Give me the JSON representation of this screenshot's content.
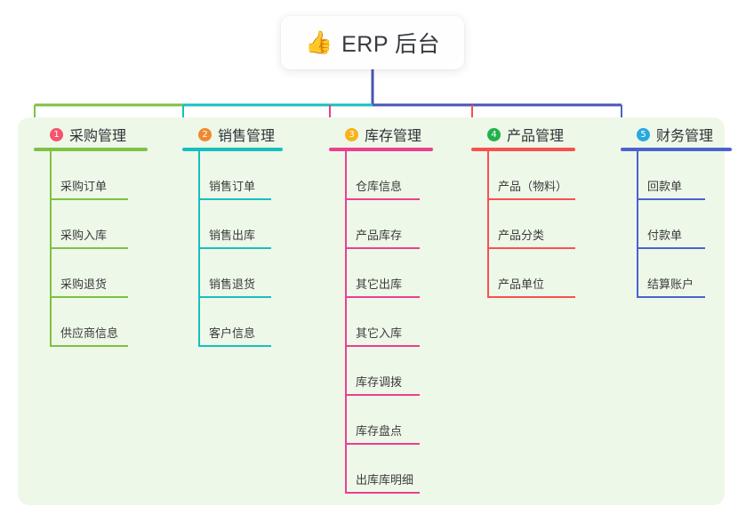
{
  "root": {
    "icon": "thumbs-up-icon",
    "emoji": "👍",
    "title": "ERP 后台"
  },
  "colors": {
    "panel_background": "#eef8e9",
    "page_background": "#ffffff",
    "root_card_background": "#fefefe",
    "title_text": "#2f3237",
    "leaf_text": "#3b3b3b",
    "trunk": "#4a55b5"
  },
  "columns": [
    {
      "number": "1",
      "title": "采购管理",
      "color": "#7dc242",
      "badge_color": "#f4546c",
      "items": [
        "采购订单",
        "采购入库",
        "采购退货",
        "供应商信息"
      ]
    },
    {
      "number": "2",
      "title": "销售管理",
      "color": "#17c0bd",
      "badge_color": "#f0892f",
      "items": [
        "销售订单",
        "销售出库",
        "销售退货",
        "客户信息"
      ]
    },
    {
      "number": "3",
      "title": "库存管理",
      "color": "#ec3f8f",
      "badge_color": "#f6b31b",
      "items": [
        "仓库信息",
        "产品库存",
        "其它出库",
        "其它入库",
        "库存调拨",
        "库存盘点",
        "出库库明细"
      ]
    },
    {
      "number": "4",
      "title": "产品管理",
      "color": "#f8514f",
      "badge_color": "#21b24b",
      "items": [
        "产品（物料）",
        "产品分类",
        "产品单位"
      ]
    },
    {
      "number": "5",
      "title": "财务管理",
      "color": "#4a63cf",
      "badge_color": "#29a8e0",
      "items": [
        "回款单",
        "付款单",
        "结算账户"
      ]
    }
  ]
}
